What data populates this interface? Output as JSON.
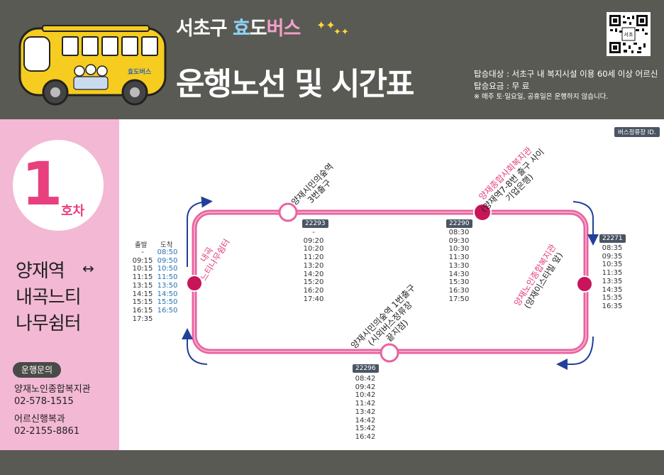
{
  "header": {
    "brand_district": "서초구",
    "brand_hyo": "효",
    "brand_do": "도",
    "brand_bus": "버스",
    "bus_decal": "효도버스",
    "title": "운행노선 및 시간표",
    "rider_line": "탑승대상 : 서초구 내 복지시설 이용 60세 이상 어르신",
    "fare_line": "탑승요금 : 무   료",
    "note_line": "※ 매주 토·일요일, 공휴일은 운행하지 않습니다.",
    "qr_caption": "서초"
  },
  "sidebar": {
    "number": "1",
    "unit": "호차",
    "route_line1": "양재역",
    "route_arrow": "↔",
    "route_line2": "내곡느티",
    "route_line3": "나무쉼터",
    "contact_title": "운행문의",
    "contacts": [
      {
        "name": "양재노인종합복지관",
        "phone": "02-578-1515"
      },
      {
        "name": "어르신행복과",
        "phone": "02-2155-8861"
      }
    ]
  },
  "legend": {
    "stop_id_label": "버스정류장 ID."
  },
  "timetable": {
    "depart_label": "출발",
    "arrive_label": "도착",
    "depart": [
      "-",
      "09:15",
      "10:15",
      "11:15",
      "13:15",
      "14:15",
      "15:15",
      "16:15",
      "17:35"
    ],
    "arrive": [
      "08:50",
      "09:50",
      "10:50",
      "11:50",
      "13:50",
      "14:50",
      "15:50",
      "16:50"
    ]
  },
  "stops": {
    "naegok": {
      "line1": "내곡",
      "line2": "느티나무쉼터"
    },
    "yangjae_citizen_forest_3": {
      "line1": "양재시민의숲역",
      "line2": "3번출구",
      "id": "22293",
      "times": [
        "-",
        "09:20",
        "10:20",
        "11:20",
        "13:20",
        "14:20",
        "15:20",
        "16:20",
        "17:40"
      ]
    },
    "yangjae_social_welfare": {
      "line1": "양재종합사회복지관",
      "line2": "(양재역7-8번 출구 사이",
      "line3": "기업은행)",
      "id": "22290",
      "times": [
        "08:30",
        "09:30",
        "10:30",
        "11:30",
        "13:30",
        "14:30",
        "15:30",
        "16:30",
        "17:50"
      ]
    },
    "yangjae_senior_welfare": {
      "line1": "양재노인종합복지관",
      "line2": "(양재이스타빌 앞)",
      "id": "22271",
      "times": [
        "08:35",
        "09:35",
        "10:35",
        "11:35",
        "13:35",
        "14:35",
        "15:35",
        "16:35"
      ]
    },
    "yangjae_citizen_forest_1": {
      "line1": "양재시민의숲역 1번출구",
      "line2": "(시외버스정류장",
      "line3": "끝지점)",
      "id": "22296",
      "times": [
        "08:42",
        "09:42",
        "10:42",
        "11:42",
        "13:42",
        "14:42",
        "15:42",
        "16:42"
      ]
    }
  },
  "colors": {
    "route": "#e8639f",
    "major_stop": "#c8155a",
    "sidebar": "#f3b8d4",
    "arrow": "#22409a",
    "frame": "#5a5a55"
  }
}
